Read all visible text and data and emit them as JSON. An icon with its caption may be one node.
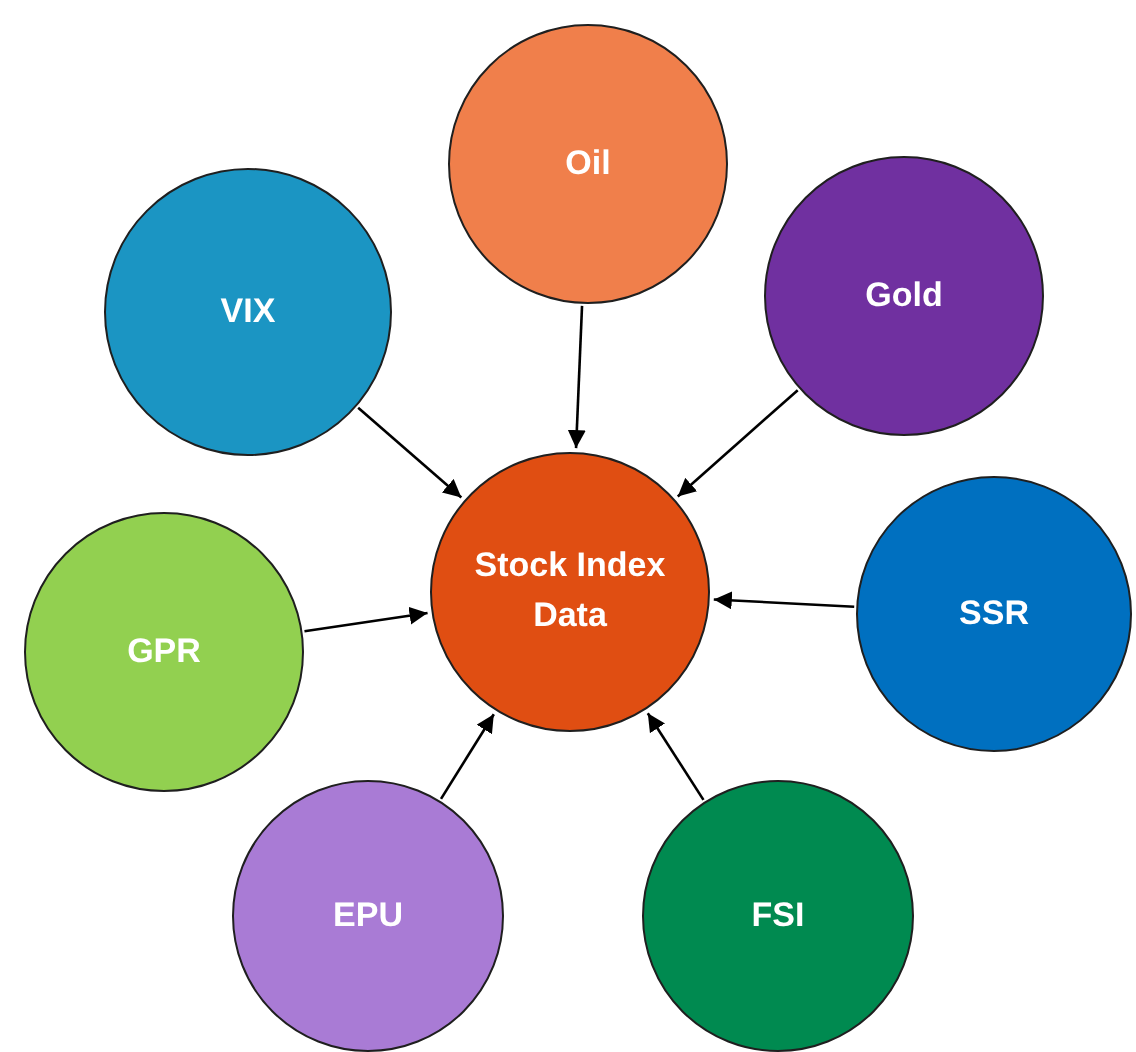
{
  "diagram": {
    "nodes": [
      {
        "text": [
          "Oil"
        ]
      },
      {
        "text": [
          "VIX"
        ]
      },
      {
        "text": [
          "Gold"
        ]
      },
      {
        "text": [
          "Stock Index Data"
        ]
      },
      {
        "text": [
          "GPR"
        ]
      },
      {
        "text": [
          "SSR"
        ]
      },
      {
        "text": [
          "EPU"
        ]
      },
      {
        "text": [
          "FSI"
        ]
      }
    ],
    "edges": [
      {
        "from": 0,
        "to": 3,
        "arrow": "to"
      },
      {
        "from": 1,
        "to": 3,
        "arrow": "to"
      },
      {
        "from": 2,
        "to": 3,
        "arrow": "to"
      },
      {
        "from": 4,
        "to": 3,
        "arrow": "to"
      },
      {
        "from": 5,
        "to": 3,
        "arrow": "to"
      },
      {
        "from": 6,
        "to": 3,
        "arrow": "to"
      },
      {
        "from": 7,
        "to": 3,
        "arrow": "to"
      }
    ]
  }
}
